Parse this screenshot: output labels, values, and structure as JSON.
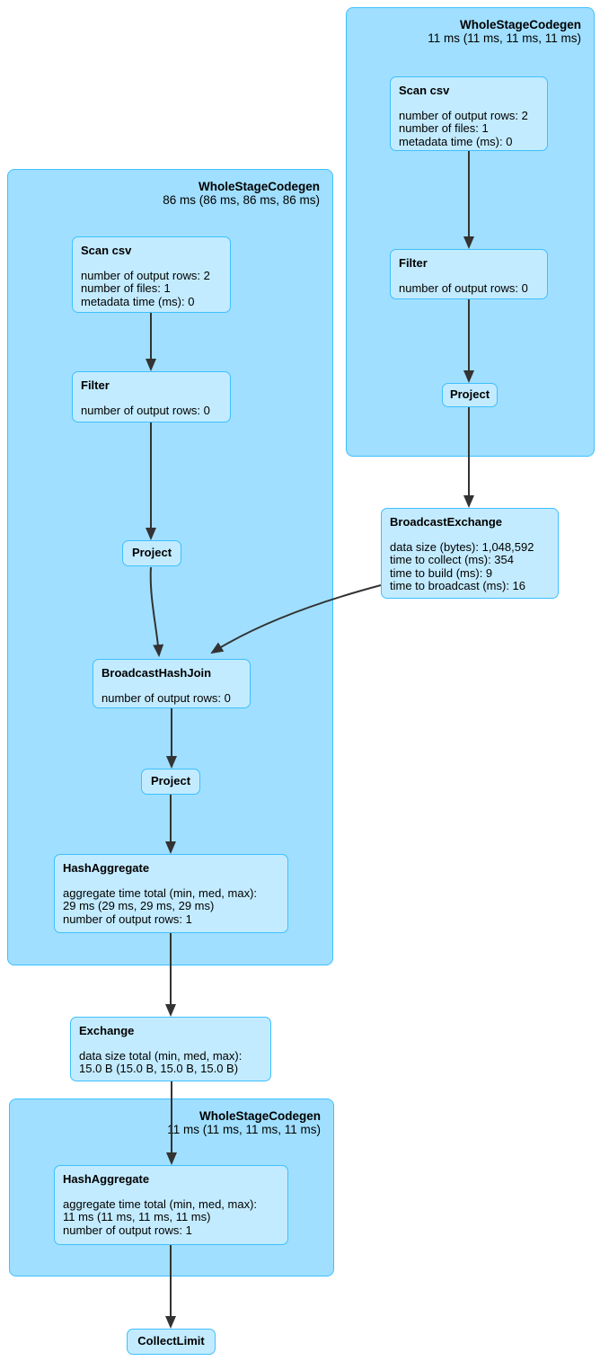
{
  "colors": {
    "cluster_fill": "#A0DFFF",
    "cluster_border": "#3EC0FF",
    "node_fill": "#C3EBFF",
    "node_border": "#3EC0FF",
    "edge": "#333333"
  },
  "clusters": {
    "codegen_right": {
      "title": "WholeStageCodegen",
      "subtitle": "11 ms (11 ms, 11 ms, 11 ms)"
    },
    "codegen_left": {
      "title": "WholeStageCodegen",
      "subtitle": "86 ms (86 ms, 86 ms, 86 ms)"
    },
    "codegen_bottom": {
      "title": "WholeStageCodegen",
      "subtitle": "11 ms (11 ms, 11 ms, 11 ms)"
    }
  },
  "nodes": {
    "scan_csv_right": {
      "title": "Scan csv",
      "metrics": [
        "number of output rows: 2",
        "number of files: 1",
        "metadata time (ms): 0"
      ]
    },
    "filter_right": {
      "title": "Filter",
      "metrics": [
        "number of output rows: 0"
      ]
    },
    "project_right": {
      "title": "Project"
    },
    "broadcast_exchange": {
      "title": "BroadcastExchange",
      "metrics": [
        "data size (bytes): 1,048,592",
        "time to collect (ms): 354",
        "time to build (ms): 9",
        "time to broadcast (ms): 16"
      ]
    },
    "scan_csv_left": {
      "title": "Scan csv",
      "metrics": [
        "number of output rows: 2",
        "number of files: 1",
        "metadata time (ms): 0"
      ]
    },
    "filter_left": {
      "title": "Filter",
      "metrics": [
        "number of output rows: 0"
      ]
    },
    "project_left": {
      "title": "Project"
    },
    "broadcast_hash_join": {
      "title": "BroadcastHashJoin",
      "metrics": [
        "number of output rows: 0"
      ]
    },
    "project_mid": {
      "title": "Project"
    },
    "hash_aggregate_upper": {
      "title": "HashAggregate",
      "metrics": [
        "aggregate time total (min, med, max):",
        "29 ms (29 ms, 29 ms, 29 ms)",
        "number of output rows: 1"
      ]
    },
    "exchange": {
      "title": "Exchange",
      "metrics": [
        "data size total (min, med, max):",
        "15.0 B (15.0 B, 15.0 B, 15.0 B)"
      ]
    },
    "hash_aggregate_lower": {
      "title": "HashAggregate",
      "metrics": [
        "aggregate time total (min, med, max):",
        "11 ms (11 ms, 11 ms, 11 ms)",
        "number of output rows: 1"
      ]
    },
    "collect_limit": {
      "title": "CollectLimit"
    }
  }
}
